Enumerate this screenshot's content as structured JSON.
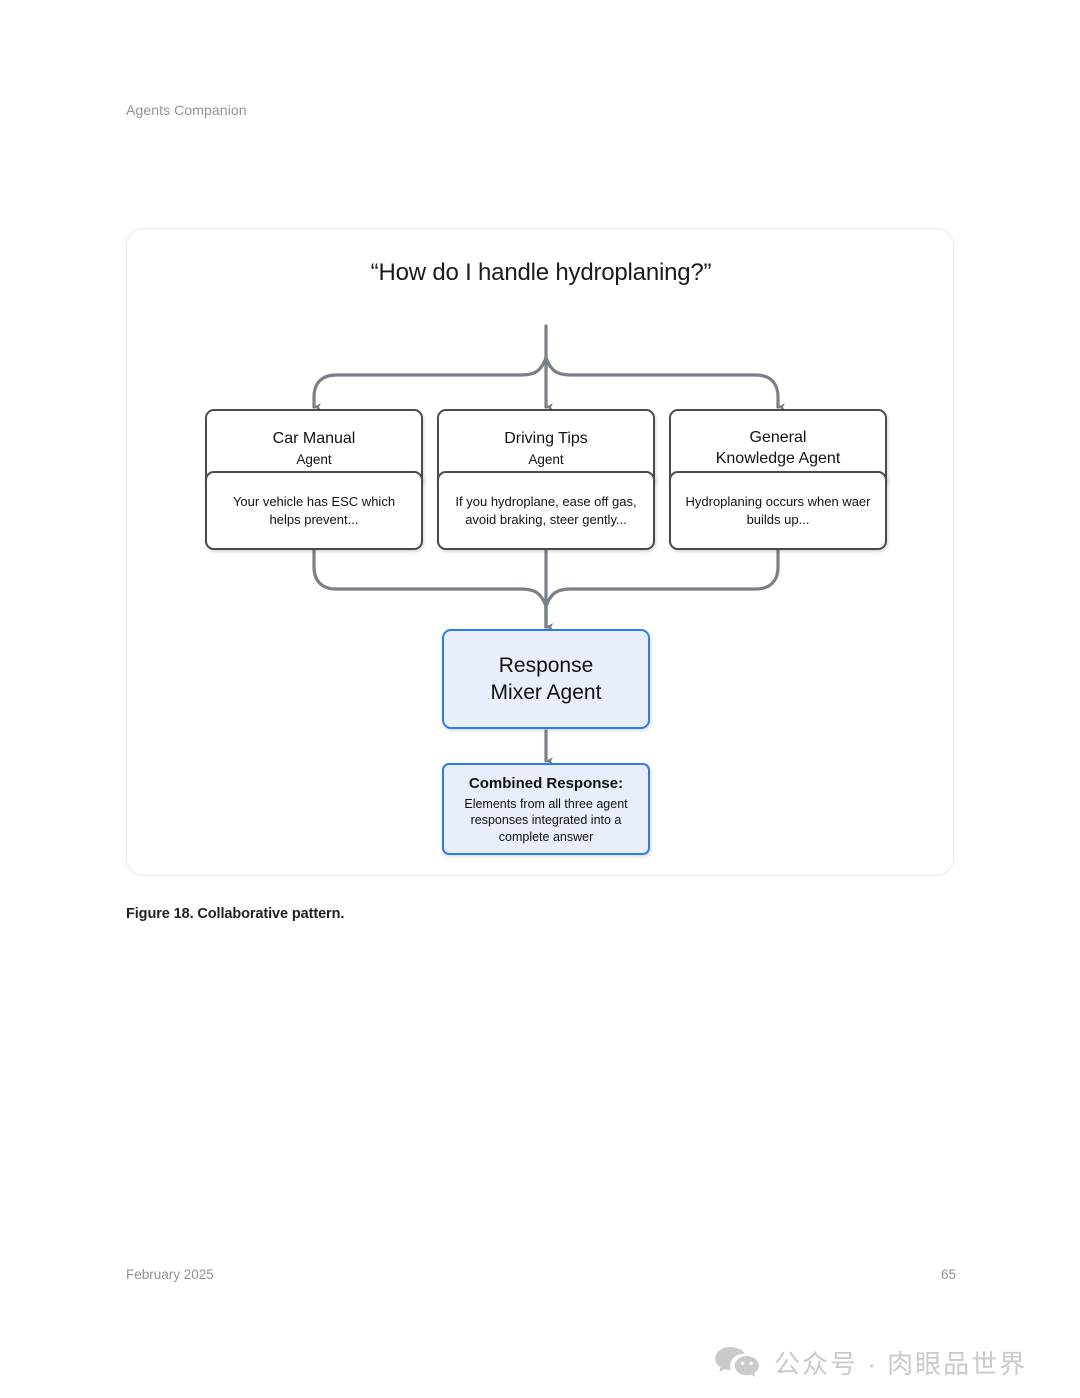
{
  "page": {
    "header": "Agents Companion",
    "caption": "Figure 18. Collaborative pattern.",
    "footer_date": "February 2025",
    "footer_page": "65"
  },
  "watermark": {
    "icon": "wechat-icon",
    "text": "公众号 · 肉眼品世界"
  },
  "diagram": {
    "title": "“How do I handle hydroplaning?”",
    "agents": [
      {
        "line_1": "Car Manual",
        "line_2": "Agent"
      },
      {
        "line_1": "Driving Tips",
        "line_2": "Agent"
      },
      {
        "line_1": "General",
        "line_2": "Knowledge Agent"
      }
    ],
    "responses": [
      {
        "body": "Your vehicle has ESC which helps prevent..."
      },
      {
        "body": "If you hydroplane, ease off gas, avoid braking, steer gently..."
      },
      {
        "body": "Hydroplaning occurs when waer builds up..."
      }
    ],
    "mixer": {
      "line_1": "Response",
      "line_2": "Mixer Agent"
    },
    "combined": {
      "heading": "Combined Response:",
      "body": "Elements from all three agent responses integrated into a complete answer"
    },
    "colors": {
      "connector": "#7b8088",
      "agent_border": "#4a4a4a",
      "accent_border": "#2b7cf0",
      "accent_fill": "#e8eefc",
      "card_border": "#e6e7e9"
    }
  },
  "chart_data": {
    "type": "diagram",
    "title": "“How do I handle hydroplaning?”",
    "layout": "fan-out then merge",
    "nodes": [
      {
        "id": "query",
        "label": "“How do I handle hydroplaning?”",
        "kind": "title"
      },
      {
        "id": "agent-1",
        "label": "Car Manual Agent",
        "kind": "agent"
      },
      {
        "id": "agent-2",
        "label": "Driving Tips Agent",
        "kind": "agent"
      },
      {
        "id": "agent-3",
        "label": "General Knowledge Agent",
        "kind": "agent"
      },
      {
        "id": "response-1",
        "label": "Your vehicle has ESC which helps prevent...",
        "kind": "response"
      },
      {
        "id": "response-2",
        "label": "If you hydroplane, ease off gas, avoid braking, steer gently...",
        "kind": "response"
      },
      {
        "id": "response-3",
        "label": "Hydroplaning occurs when waer builds up...",
        "kind": "response"
      },
      {
        "id": "mixer",
        "label": "Response Mixer Agent",
        "kind": "accent"
      },
      {
        "id": "combined",
        "label": "Combined Response: Elements from all three agent responses integrated into a complete answer",
        "kind": "accent"
      }
    ],
    "edges": [
      {
        "from": "query",
        "to": "agent-1"
      },
      {
        "from": "query",
        "to": "agent-2"
      },
      {
        "from": "query",
        "to": "agent-3"
      },
      {
        "from": "response-1",
        "to": "mixer"
      },
      {
        "from": "response-2",
        "to": "mixer"
      },
      {
        "from": "response-3",
        "to": "mixer"
      },
      {
        "from": "mixer",
        "to": "combined"
      }
    ]
  }
}
